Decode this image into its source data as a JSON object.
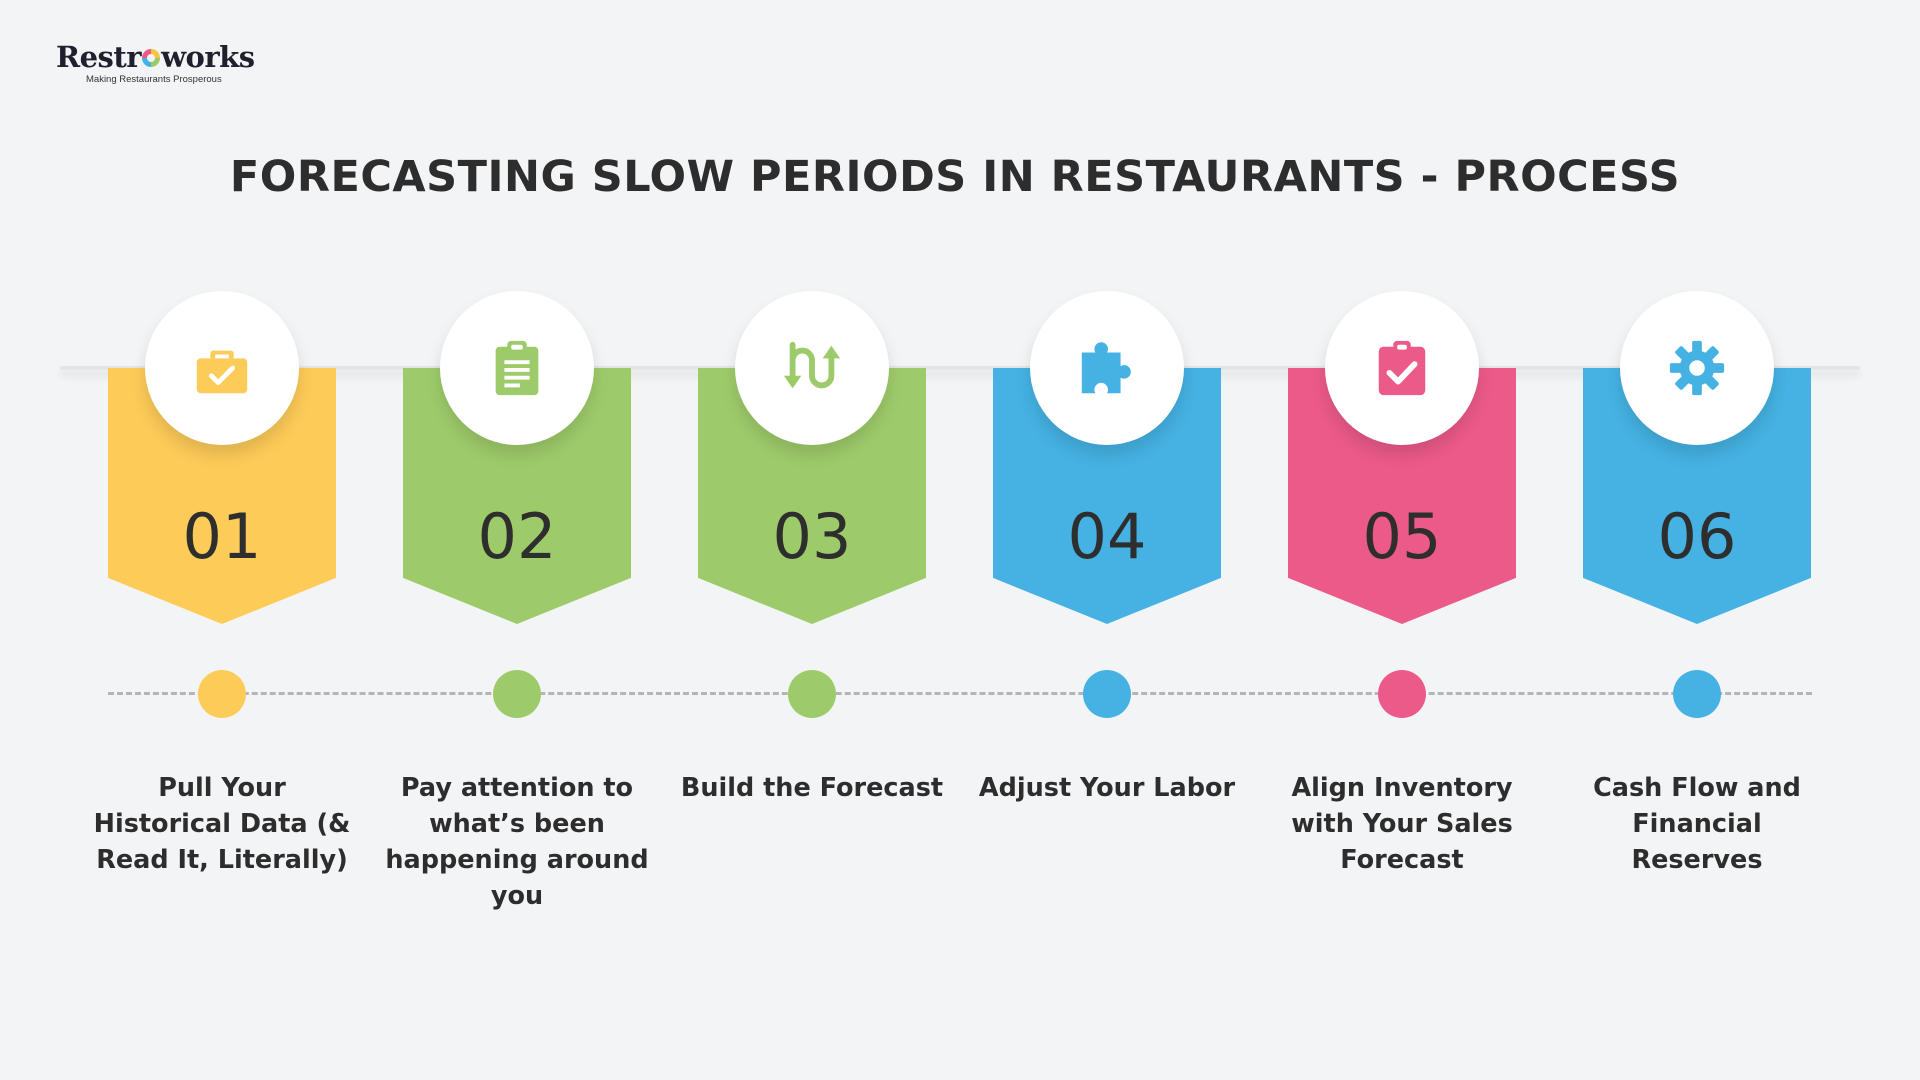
{
  "logo": {
    "word_before": "Restr",
    "word_after": "works",
    "tagline": "Making Restaurants Prosperous"
  },
  "title": "FORECASTING SLOW PERIODS IN RESTAURANTS - PROCESS",
  "colors": {
    "yellow": "#fdcb58",
    "green": "#9ecb6a",
    "blue": "#45b2e3",
    "pink": "#ec5a89",
    "background": "#f3f4f6",
    "text": "#2d2d2d"
  },
  "steps": [
    {
      "number": "01",
      "label": "Pull Your Historical Data (& Read It, Literally)",
      "icon": "briefcase-check-icon",
      "color": "#fdcb58"
    },
    {
      "number": "02",
      "label": "Pay attention to what’s been happening around you",
      "icon": "clipboard-list-icon",
      "color": "#9ecb6a"
    },
    {
      "number": "03",
      "label": "Build the Forecast",
      "icon": "flow-arrows-icon",
      "color": "#9ecb6a"
    },
    {
      "number": "04",
      "label": "Adjust Your Labor",
      "icon": "puzzle-piece-icon",
      "color": "#45b2e3"
    },
    {
      "number": "05",
      "label": "Align Inventory with Your Sales Forecast",
      "icon": "clipboard-check-icon",
      "color": "#ec5a89"
    },
    {
      "number": "06",
      "label": "Cash Flow and Financial Reserves",
      "icon": "gear-icon",
      "color": "#45b2e3"
    }
  ]
}
